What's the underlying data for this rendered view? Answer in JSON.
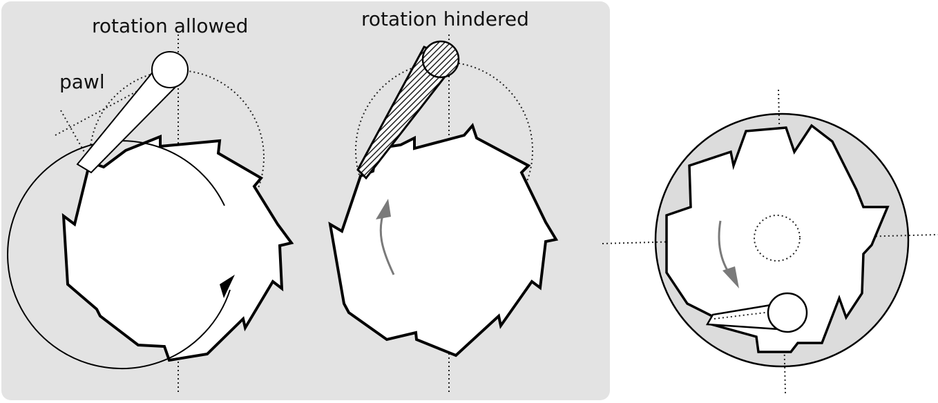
{
  "labels": {
    "rotation_allowed": "rotation allowed",
    "rotation_hindered": "rotation hindered",
    "pawl": "pawl"
  },
  "colors": {
    "panel_background": "#e3e3e3",
    "background": "#ffffff",
    "line": "#000000",
    "pawl_fill_hindered": "#444444",
    "arrow_gray": "#7a7a7a",
    "rim_fill": "#dcdcdc"
  }
}
